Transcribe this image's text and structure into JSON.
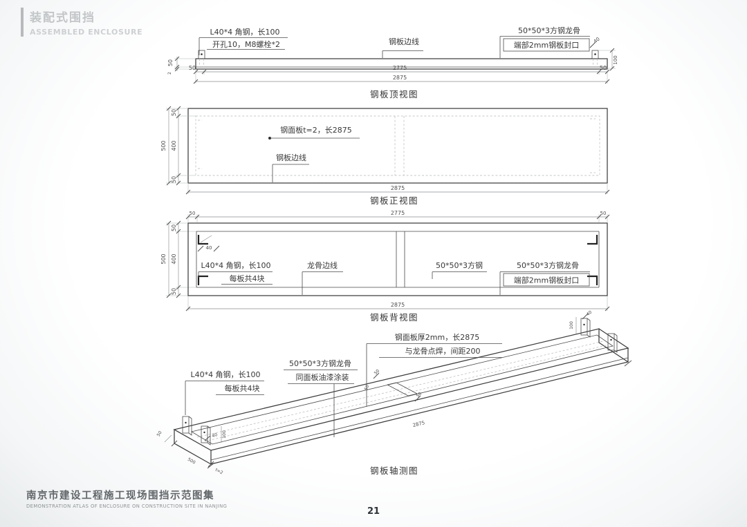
{
  "header": {
    "brand_cn": "装配式围挡",
    "brand_en": "ASSEMBLED ENCLOSURE"
  },
  "footer": {
    "atlas_cn": "南京市建设工程施工现场围挡示范图集",
    "atlas_en": "Demonstration Atlas of Enclosure on Construction Site in Nanjing",
    "page": "21"
  },
  "colors": {
    "line": "#3d3d3d",
    "muted_gray": "#c3c6c8",
    "dim_text": "#4c4c4c"
  },
  "top_view": {
    "title": "钢板顶视图",
    "labels": {
      "angle": "L40*4 角钢，长100",
      "bolt": "开孔10，M8螺栓*2",
      "edge": "钢板边线",
      "keel": "50*50*3方钢龙骨",
      "seal": "端部2mm钢板封口"
    },
    "dims": {
      "h50": "50",
      "t2": "2",
      "s50l": "50",
      "s2775": "2775",
      "s50r": "50",
      "total": "2875",
      "b40": "40",
      "b100": "100"
    }
  },
  "front_view": {
    "title": "钢板正视图",
    "labels": {
      "panel": "钢面板t=2，长2875",
      "edge": "钢板边线"
    },
    "dims": {
      "h500": "500",
      "h400": "400",
      "m50t": "50",
      "m50b": "50",
      "w2875": "2875"
    }
  },
  "back_view": {
    "title": "钢板背视图",
    "labels": {
      "a40": "40",
      "angle": "L40*4 角钢，长100",
      "count": "每板共4块",
      "keel_edge": "龙骨边线",
      "tube": "50*50*3方钢",
      "keel": "50*50*3方钢龙骨",
      "seal": "端部2mm钢板封口"
    },
    "dims": {
      "t50l": "50",
      "t2775": "2775",
      "t50r": "50",
      "h500": "500",
      "h400": "400",
      "m50t": "50",
      "m50b": "50",
      "w2875": "2875"
    }
  },
  "axon_view": {
    "title": "钢板轴测图",
    "labels": {
      "panel1": "钢面板厚2mm，长2875",
      "panel2": "与龙骨点焊，间距200",
      "keel1": "50*50*3方钢龙骨",
      "keel2": "同面板油漆涂装",
      "angle1": "L40*4 角钢，长100",
      "angle2": "每板共4块"
    },
    "dims": {
      "len": "2875",
      "w500": "500",
      "t2": "t=2",
      "h100l": "100",
      "w40l": "40",
      "h100r": "100",
      "w40r": "40",
      "c50a": "50",
      "c50b": "50",
      "c50c": "50",
      "e50": "50"
    }
  }
}
